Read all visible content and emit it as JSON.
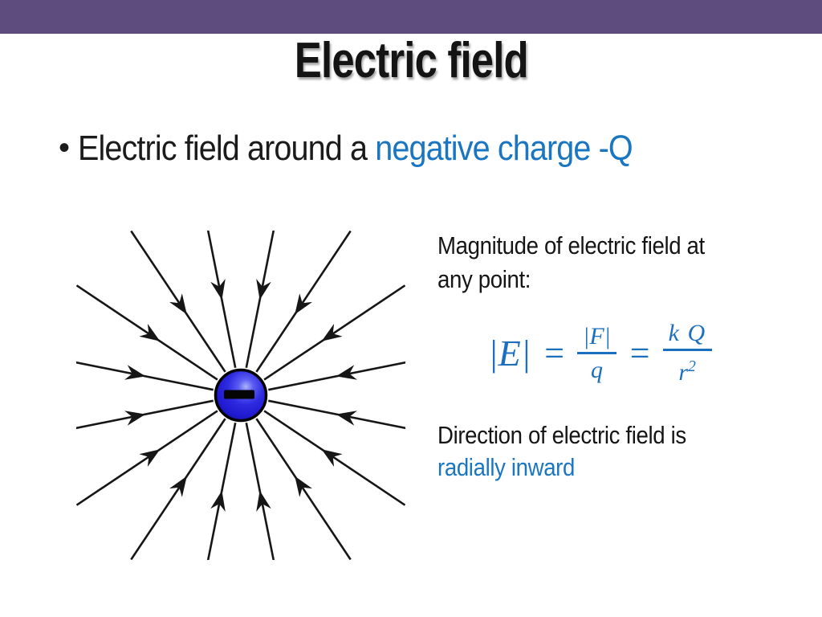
{
  "slide": {
    "header_bar_color": "#5E4C7E",
    "title": "Electric field",
    "bullet": {
      "marker": "•",
      "text_black": "Electric field around a ",
      "text_accent": "negative charge -Q"
    },
    "magnitude_caption": {
      "line1": "Magnitude of electric field at",
      "line2": "any point:"
    },
    "formula": {
      "lhs": "|E|",
      "eq1": "=",
      "frac1": {
        "num": "|F|",
        "den": "q"
      },
      "eq2": "=",
      "frac2": {
        "num": "k Q",
        "den_base": "r",
        "den_exp": "2"
      },
      "color": "#1B6FBE"
    },
    "direction_caption": {
      "line1": "Direction of electric field is",
      "line2": "radially inward"
    },
    "colors": {
      "accent_blue": "#1B76C1",
      "text_black": "#151515"
    }
  },
  "diagram": {
    "type": "electric-field-lines",
    "charge_sign": "negative",
    "charge_symbol": "−",
    "line_count": 16,
    "angle_offset_deg": 11.25,
    "inner_radius": 35,
    "outer_radius": 246,
    "arrow_radius": 133,
    "line_color": "#161616",
    "charge_fill": "#2a23dd",
    "charge_outline": "#000000"
  }
}
